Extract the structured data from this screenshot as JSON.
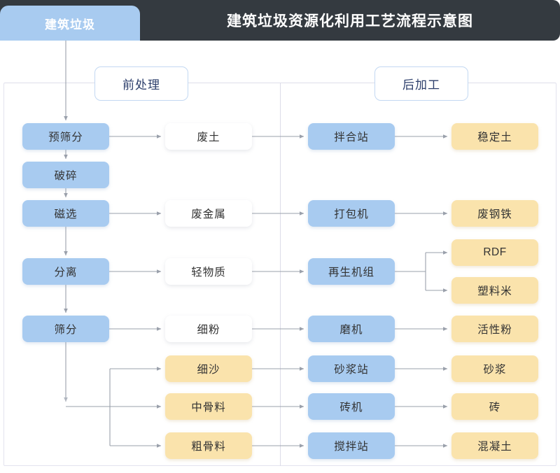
{
  "header": {
    "tab_label": "建筑垃圾",
    "title": "建筑垃圾资源化利用工艺流程示意图",
    "bar_color": "#343a40",
    "tab_color": "#a8cbf0"
  },
  "sections": {
    "pre_label": "前处理",
    "post_label": "后加工"
  },
  "palette": {
    "blue": "#a8cbf0",
    "yellow": "#fae3ac",
    "white": "#ffffff",
    "wire": "#9aa0ab"
  },
  "nodes": {
    "process": [
      {
        "label": "预筛分",
        "type": "blue"
      },
      {
        "label": "破碎",
        "type": "blue"
      },
      {
        "label": "磁选",
        "type": "blue"
      },
      {
        "label": "分离",
        "type": "blue"
      },
      {
        "label": "筛分",
        "type": "blue"
      }
    ],
    "intermediate": [
      {
        "label": "废土",
        "type": "white"
      },
      {
        "label": "废金属",
        "type": "white"
      },
      {
        "label": "轻物质",
        "type": "white"
      },
      {
        "label": "细粉",
        "type": "white"
      },
      {
        "label": "细沙",
        "type": "yellow"
      },
      {
        "label": "中骨料",
        "type": "yellow"
      },
      {
        "label": "粗骨料",
        "type": "yellow"
      }
    ],
    "equipment": [
      {
        "label": "拌合站",
        "type": "blue"
      },
      {
        "label": "打包机",
        "type": "blue"
      },
      {
        "label": "再生机组",
        "type": "blue"
      },
      {
        "label": "磨机",
        "type": "blue"
      },
      {
        "label": "砂浆站",
        "type": "blue"
      },
      {
        "label": "砖机",
        "type": "blue"
      },
      {
        "label": "搅拌站",
        "type": "blue"
      }
    ],
    "products": [
      {
        "label": "稳定土",
        "type": "yellow"
      },
      {
        "label": "废钢铁",
        "type": "yellow"
      },
      {
        "label": "RDF",
        "type": "yellow"
      },
      {
        "label": "塑料米",
        "type": "yellow"
      },
      {
        "label": "活性粉",
        "type": "yellow"
      },
      {
        "label": "砂浆",
        "type": "yellow"
      },
      {
        "label": "砖",
        "type": "yellow"
      },
      {
        "label": "混凝土",
        "type": "yellow"
      }
    ]
  }
}
